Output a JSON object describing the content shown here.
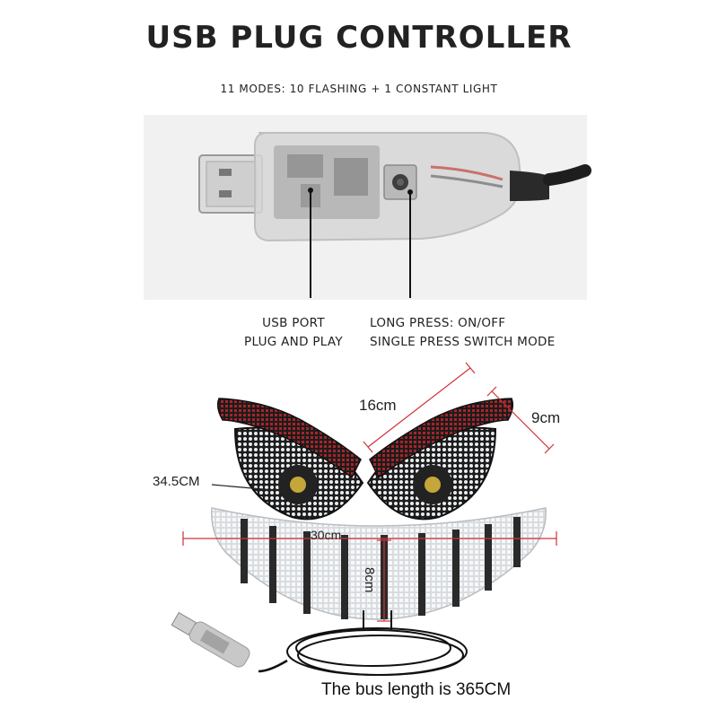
{
  "header": {
    "title": "USB PLUG CONTROLLER",
    "subtitle": "11 MODES: 10 FLASHING + 1 CONSTANT LIGHT"
  },
  "controller": {
    "port_label_line1": "USB PORT",
    "port_label_line2": "PLUG AND PLAY",
    "button_label_line1": "LONG PRESS: ON/OFF",
    "button_label_line2": "SINGLE PRESS SWITCH MODE"
  },
  "dimensions": {
    "eye_width": "16cm",
    "eye_height": "9cm",
    "overall": "34.5CM",
    "mouth_width": "30cm",
    "mouth_height": "8cm"
  },
  "cable": {
    "caption": "The bus length is 365CM"
  },
  "colors": {
    "led_red": "#a8242a",
    "led_white": "#e9ecef",
    "pcb_black": "#1b1b1b",
    "dim_line": "#d0303a"
  }
}
